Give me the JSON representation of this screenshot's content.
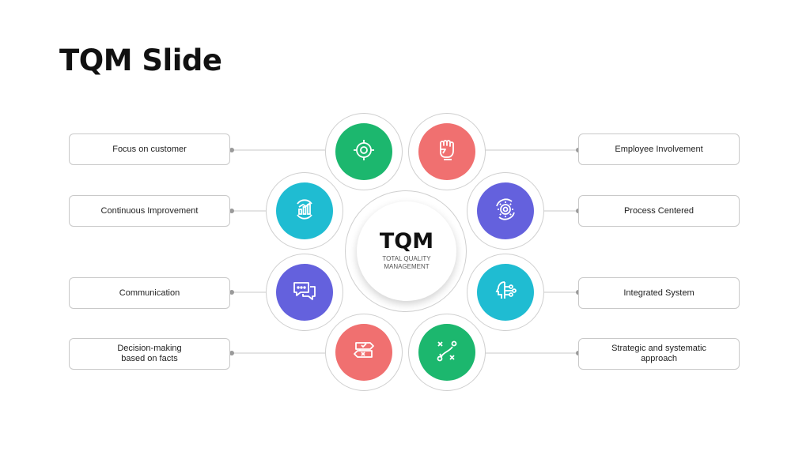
{
  "slide": {
    "title": "TQM Slide"
  },
  "center": {
    "title": "TQM",
    "subtitle": "TOTAL QUALITY\nMANAGEMENT"
  },
  "labels": {
    "left": [
      "Focus on customer",
      "Continuous Improvement",
      "Communication",
      "Decision-making\nbased on facts"
    ],
    "right": [
      "Employee Involvement",
      "Process Centered",
      "Integrated System",
      "Strategic and systematic\napproach"
    ]
  },
  "nodes": [
    {
      "icon": "target-icon",
      "color": "#1cb76e"
    },
    {
      "icon": "fist-icon",
      "color": "#f07070"
    },
    {
      "icon": "growth-chart-icon",
      "color": "#1fbcd2"
    },
    {
      "icon": "gear-cycle-icon",
      "color": "#6461dd"
    },
    {
      "icon": "chat-bubbles-icon",
      "color": "#6461dd"
    },
    {
      "icon": "network-head-icon",
      "color": "#1fbcd2"
    },
    {
      "icon": "signpost-icon",
      "color": "#f07070"
    },
    {
      "icon": "strategy-play-icon",
      "color": "#1cb76e"
    }
  ]
}
